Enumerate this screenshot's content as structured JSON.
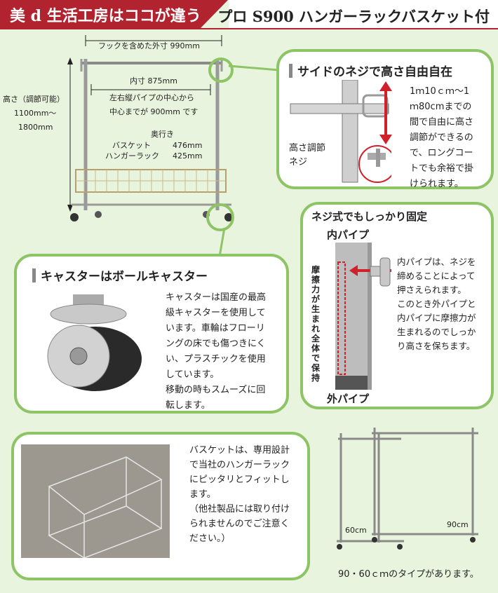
{
  "header": {
    "brand_title": "美 d 生活工房はココが違う",
    "product_title": "プロ S900 ハンガーラックバスケット付"
  },
  "dimensions": {
    "outer_width": "フックを含めた外寸 990mm",
    "height_label": "高さ（調節可能）",
    "height_min": "1100mm～",
    "height_max": "1800mm",
    "inner_width": "内寸 875mm",
    "pipe_center_1": "左右縦パイプの中心から",
    "pipe_center_2": "中心までが 900mm です",
    "depth_label": "奥行き",
    "basket_label": "バスケット",
    "basket_value": "476mm",
    "rack_label": "ハンガーラック",
    "rack_value": "425mm"
  },
  "side_screw": {
    "title": "サイドのネジで高さ自由自在",
    "screw_label_1": "高さ調節",
    "screw_label_2": "ネジ",
    "desc": [
      "1ｍ10ｃｍ～1",
      "ｍ80cmまでの",
      "間で自由に高さ",
      "調節ができるの",
      "で、ロングコー",
      "トでも余裕で掛",
      "けられます。"
    ]
  },
  "screw_fix": {
    "title": "ネジ式でもしっかり固定",
    "inner_pipe": "内パイプ",
    "outer_pipe": "外パイプ",
    "friction_vertical": "摩擦力が生まれ全体で保持",
    "desc": [
      "内パイプは、ネジを",
      "締めることによって",
      "押さえられます。",
      "このとき外パイプと",
      "内パイプに摩擦力が",
      "生まれるのでしっか",
      "り高さを保ちます。"
    ]
  },
  "caster": {
    "title": "キャスターはボールキャスター",
    "desc": [
      "キャスターは国産の最高",
      "級キャスターを使用して",
      "います。車輪はフローリ",
      "ングの床でも傷つきにく",
      "い、プラスチックを使用",
      "しています。",
      "移動の時もスムーズに回",
      "転します。"
    ]
  },
  "basket": {
    "desc": [
      "バスケットは、専用設計",
      "で当社のハンガーラック",
      "にピッタリとフィットし",
      "ます。",
      "（他社製品には取り付け",
      "られませんのでご注意く",
      "ださい。）"
    ]
  },
  "types": {
    "label_60": "60cm",
    "label_90": "90cm",
    "caption": "90・60ｃｍのタイプがあります。"
  },
  "colors": {
    "accent_red": "#b1232f",
    "panel_green": "#8dc466",
    "background": "#e9f4de",
    "arrow_red": "#d0202a"
  }
}
